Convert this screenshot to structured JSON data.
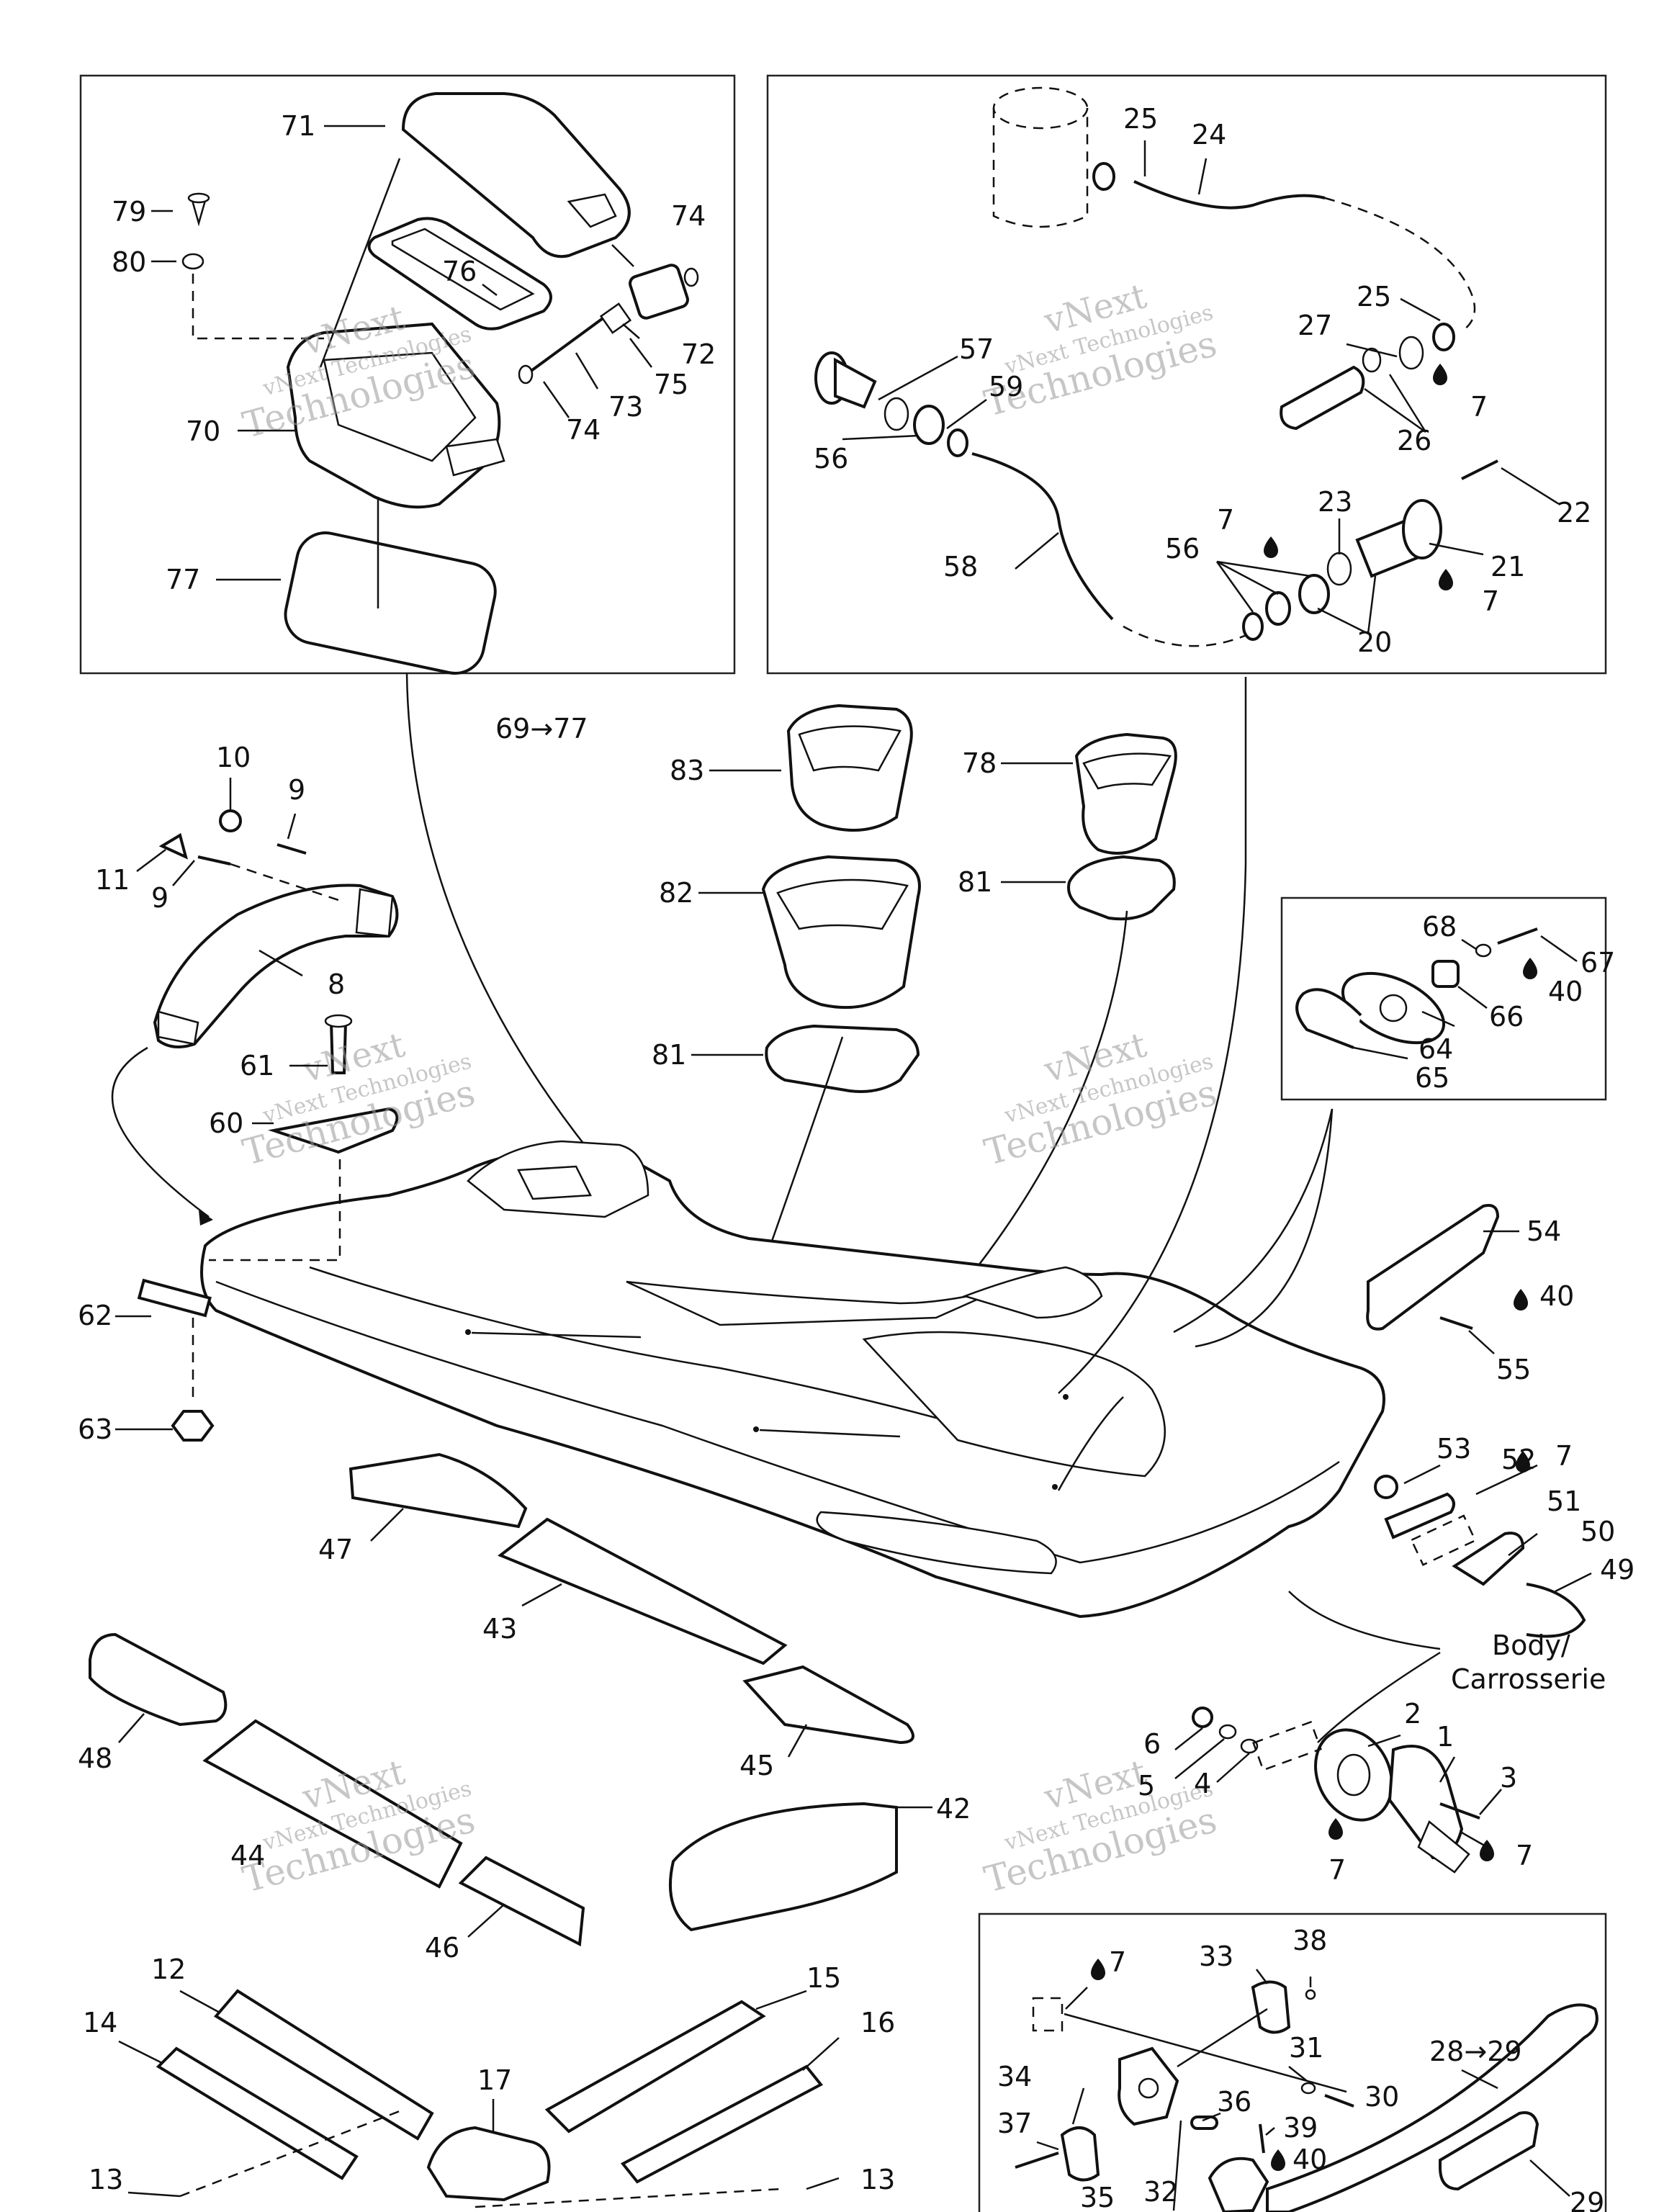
{
  "labels": {
    "l71": "71",
    "l79": "79",
    "l80": "80",
    "l74a": "74",
    "l76": "76",
    "l72": "72",
    "l75": "75",
    "l73": "73",
    "l74b": "74",
    "l70": "70",
    "l77": "77",
    "l69_77": "69→77",
    "l25a": "25",
    "l24": "24",
    "l25b": "25",
    "l27": "27",
    "l57": "57",
    "l59": "59",
    "l7a": "7",
    "l26": "26",
    "l56a": "56",
    "l22": "22",
    "l7b": "7",
    "l23": "23",
    "l56b": "56",
    "l58": "58",
    "l21": "21",
    "l7c": "7",
    "l20": "20",
    "l10": "10",
    "l9a": "9",
    "l83": "83",
    "l78": "78",
    "l11": "11",
    "l9b": "9",
    "l82": "82",
    "l81a": "81",
    "l8": "8",
    "l68": "68",
    "l67": "67",
    "l40a": "40",
    "l66": "66",
    "l64": "64",
    "l61": "61",
    "l81b": "81",
    "l65": "65",
    "l60": "60",
    "l54": "54",
    "l62": "62",
    "l40b": "40",
    "l55": "55",
    "l63": "63",
    "l53": "53",
    "l52": "52",
    "l7d": "7",
    "l51": "51",
    "l50": "50",
    "l47": "47",
    "l49": "49",
    "l43": "43",
    "l48": "48",
    "l45": "45",
    "l2": "2",
    "l6": "6",
    "l1": "1",
    "l5": "5",
    "l4": "4",
    "l3": "3",
    "l42": "42",
    "l44": "44",
    "l7e": "7",
    "l7f": "7",
    "l46": "46",
    "l12": "12",
    "l15": "15",
    "l33": "33",
    "l38": "38",
    "l7g": "7",
    "l14": "14",
    "l16": "16",
    "l28_29": "28→29",
    "l17": "17",
    "l31": "31",
    "l34": "34",
    "l30": "30",
    "l36": "36",
    "l37": "37",
    "l39": "39",
    "l13a": "13",
    "l13b": "13",
    "l40c": "40",
    "l35": "35",
    "l32": "32",
    "l29": "29"
  },
  "body_label": {
    "line1": "Body/",
    "line2": "Carrosserie"
  },
  "watermark": {
    "line1": "vNext",
    "line2": "vNext Technologies",
    "line3": "Technologies"
  }
}
